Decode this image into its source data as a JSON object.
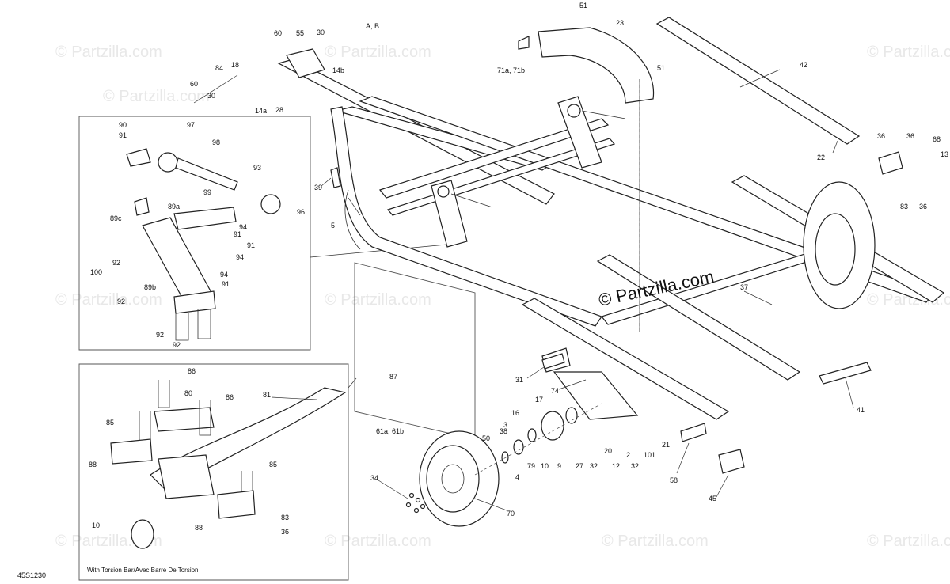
{
  "diagram": {
    "drawing_number": "45S1230",
    "torsion_box_caption": "With Torsion Bar/Avec Barre De Torsion",
    "watermark_main": "© Partzilla.com",
    "watermark_faint": "© Partzilla.com",
    "callouts": [
      {
        "id": "c51a",
        "label": "51"
      },
      {
        "id": "c23",
        "label": "23"
      },
      {
        "id": "c42",
        "label": "42"
      },
      {
        "id": "c71",
        "label": "71a, 71b"
      },
      {
        "id": "c51b",
        "label": "51"
      },
      {
        "id": "c60a",
        "label": "60"
      },
      {
        "id": "c55",
        "label": "55"
      },
      {
        "id": "c30a",
        "label": "30"
      },
      {
        "id": "cAB",
        "label": "A, B"
      },
      {
        "id": "c84",
        "label": "84"
      },
      {
        "id": "c18",
        "label": "18"
      },
      {
        "id": "c14b",
        "label": "14b"
      },
      {
        "id": "c60b",
        "label": "60"
      },
      {
        "id": "c30b",
        "label": "30"
      },
      {
        "id": "c14a",
        "label": "14a"
      },
      {
        "id": "c28",
        "label": "28"
      },
      {
        "id": "c22",
        "label": "22"
      },
      {
        "id": "c36a",
        "label": "36"
      },
      {
        "id": "c36b",
        "label": "36"
      },
      {
        "id": "c68",
        "label": "68"
      },
      {
        "id": "c13",
        "label": "13"
      },
      {
        "id": "c83a",
        "label": "83"
      },
      {
        "id": "c36c",
        "label": "36"
      },
      {
        "id": "c90",
        "label": "90"
      },
      {
        "id": "c91a",
        "label": "91"
      },
      {
        "id": "c97",
        "label": "97"
      },
      {
        "id": "c98",
        "label": "98"
      },
      {
        "id": "c93",
        "label": "93"
      },
      {
        "id": "c99",
        "label": "99"
      },
      {
        "id": "c89a",
        "label": "89a"
      },
      {
        "id": "c89c",
        "label": "89c"
      },
      {
        "id": "c96",
        "label": "96"
      },
      {
        "id": "c94a",
        "label": "94"
      },
      {
        "id": "c91b",
        "label": "91"
      },
      {
        "id": "c91c",
        "label": "91"
      },
      {
        "id": "c94b",
        "label": "94"
      },
      {
        "id": "c92a",
        "label": "92"
      },
      {
        "id": "c100",
        "label": "100"
      },
      {
        "id": "c94c",
        "label": "94"
      },
      {
        "id": "c91d",
        "label": "91"
      },
      {
        "id": "c89b",
        "label": "89b"
      },
      {
        "id": "c92b",
        "label": "92"
      },
      {
        "id": "c92c",
        "label": "92"
      },
      {
        "id": "c92d",
        "label": "92"
      },
      {
        "id": "c39",
        "label": "39"
      },
      {
        "id": "c5",
        "label": "5"
      },
      {
        "id": "c37",
        "label": "37"
      },
      {
        "id": "c87",
        "label": "87"
      },
      {
        "id": "c31",
        "label": "31"
      },
      {
        "id": "c74",
        "label": "74"
      },
      {
        "id": "c41",
        "label": "41"
      },
      {
        "id": "c17",
        "label": "17"
      },
      {
        "id": "c16",
        "label": "16"
      },
      {
        "id": "c3",
        "label": "3"
      },
      {
        "id": "c38",
        "label": "38"
      },
      {
        "id": "c61",
        "label": "61a, 61b"
      },
      {
        "id": "c50",
        "label": "50"
      },
      {
        "id": "c79",
        "label": "79"
      },
      {
        "id": "c10a",
        "label": "10"
      },
      {
        "id": "c9",
        "label": "9"
      },
      {
        "id": "c27",
        "label": "27"
      },
      {
        "id": "c32a",
        "label": "32"
      },
      {
        "id": "c20",
        "label": "20"
      },
      {
        "id": "c12",
        "label": "12"
      },
      {
        "id": "c2",
        "label": "2"
      },
      {
        "id": "c32b",
        "label": "32"
      },
      {
        "id": "c101",
        "label": "101"
      },
      {
        "id": "c21",
        "label": "21"
      },
      {
        "id": "c4",
        "label": "4"
      },
      {
        "id": "c34",
        "label": "34"
      },
      {
        "id": "c70",
        "label": "70"
      },
      {
        "id": "c58",
        "label": "58"
      },
      {
        "id": "c45",
        "label": "45"
      },
      {
        "id": "c86a",
        "label": "86"
      },
      {
        "id": "c80",
        "label": "80"
      },
      {
        "id": "c86b",
        "label": "86"
      },
      {
        "id": "c81",
        "label": "81"
      },
      {
        "id": "c85a",
        "label": "85"
      },
      {
        "id": "c88a",
        "label": "88"
      },
      {
        "id": "c85b",
        "label": "85"
      },
      {
        "id": "c10b",
        "label": "10"
      },
      {
        "id": "c88b",
        "label": "88"
      },
      {
        "id": "c83b",
        "label": "83"
      },
      {
        "id": "c36d",
        "label": "36"
      }
    ]
  }
}
